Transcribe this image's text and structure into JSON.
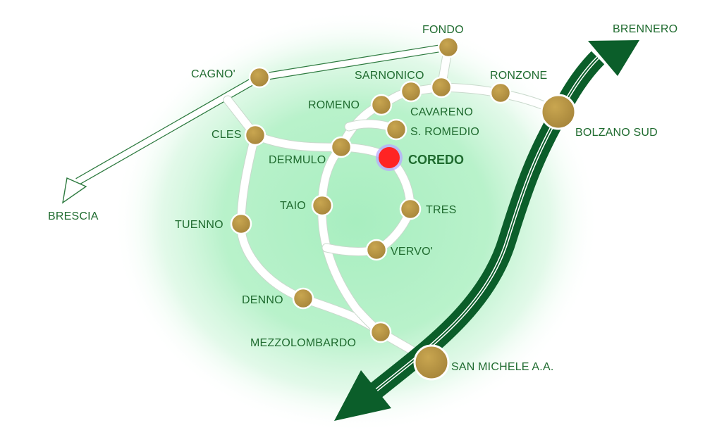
{
  "map": {
    "colors": {
      "background_glow": "#aef0c2",
      "road": "#ffffff",
      "town_dot": "#b2913e",
      "highlight_dot": "#ff2a2a",
      "highway_arrow": "#0b5e2a",
      "label": "#1f6b2f"
    },
    "places": {
      "fondo": "FONDO",
      "brennero": "BRENNERO",
      "cagno": "CAGNO'",
      "sarnonico": "SARNONICO",
      "ronzone": "RONZONE",
      "romeno": "ROMENO",
      "cavareno": "CAVARENO",
      "cles": "CLES",
      "s_romedio": "S. ROMEDIO",
      "bolzano_sud": "BOLZANO SUD",
      "dermulo": "DERMULO",
      "coredo": "COREDO",
      "brescia": "BRESCIA",
      "taio": "TAIO",
      "tres": "TRES",
      "tuenno": "TUENNO",
      "vervo": "VERVO'",
      "denno": "DENNO",
      "mezzolombardo": "MEZZOLOMBARDO",
      "san_michele": "SAN MICHELE A.A."
    },
    "highlighted_place": "COREDO"
  }
}
